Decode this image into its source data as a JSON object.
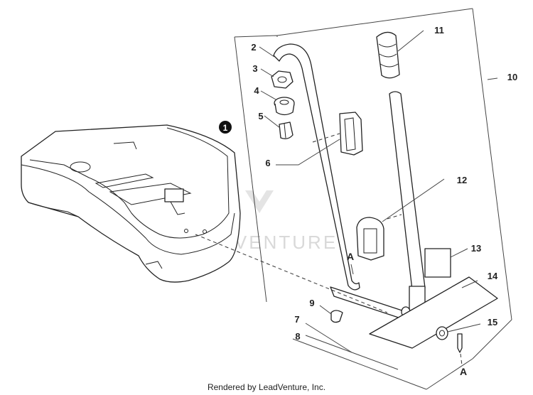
{
  "callouts": [
    {
      "id": "c2",
      "label": "2"
    },
    {
      "id": "c3",
      "label": "3"
    },
    {
      "id": "c4",
      "label": "4"
    },
    {
      "id": "c5",
      "label": "5"
    },
    {
      "id": "c1",
      "label": "1"
    },
    {
      "id": "c6",
      "label": "6"
    },
    {
      "id": "c7",
      "label": "7"
    },
    {
      "id": "c8",
      "label": "8"
    },
    {
      "id": "c9",
      "label": "9"
    },
    {
      "id": "c10",
      "label": "10"
    },
    {
      "id": "c11",
      "label": "11"
    },
    {
      "id": "c12",
      "label": "12"
    },
    {
      "id": "c13",
      "label": "13"
    },
    {
      "id": "c14",
      "label": "14"
    },
    {
      "id": "c15",
      "label": "15"
    }
  ],
  "reference_marks": {
    "upper": "A",
    "lower": "A"
  },
  "watermark": "LEADVENTURE",
  "caption": "Rendered by LeadVenture, Inc.",
  "colors": {
    "ink": "#222222",
    "watermark": "#d9d9d9",
    "background": "#ffffff"
  }
}
